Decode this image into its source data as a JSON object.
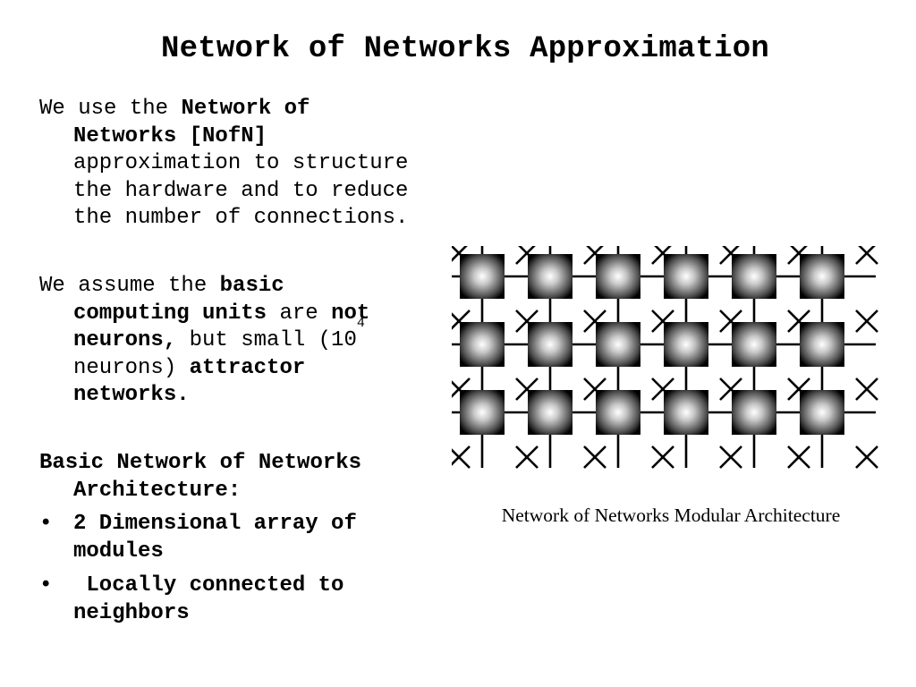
{
  "slide": {
    "title": "Network of Networks Approximation",
    "p1": {
      "a": "We use the ",
      "b": "Network of",
      "c": "Networks [NofN]",
      "d": "approximation to structure",
      "e": "the hardware and to reduce",
      "f": "the number of connections."
    },
    "p2": {
      "a": "We assume the ",
      "b": "basic",
      "c": "computing units",
      "d": " are ",
      "e": "not",
      "f": "neurons,",
      "g": " but small (10",
      "sup": "4",
      "h": "neurons) ",
      "i": "attractor",
      "j": "networks."
    },
    "p3": {
      "a": "Basic Network of Networks",
      "b": "Architecture:"
    },
    "bullets": [
      {
        "marker": "•",
        "line1": "2 Dimensional array of",
        "line2": "modules"
      },
      {
        "marker": "•",
        "line1": " Locally connected to",
        "line2": "neighbors"
      }
    ],
    "figure": {
      "caption": "Network of Networks Modular Architecture",
      "rows": 3,
      "cols": 6
    }
  }
}
